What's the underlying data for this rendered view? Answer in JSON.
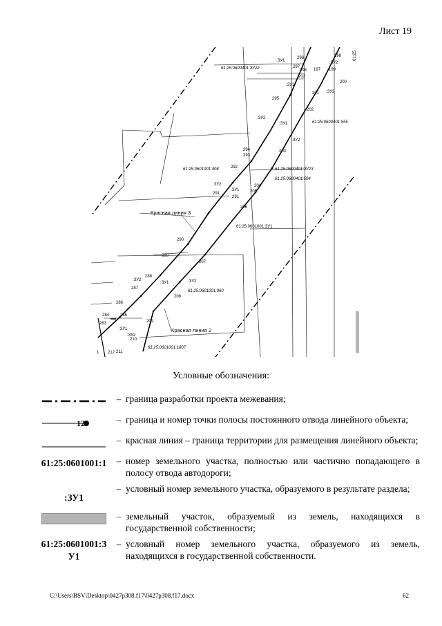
{
  "sheet": "Лист 19",
  "map": {
    "parcels": [
      "61:25:0600401:ЗУ22",
      "61:25:0600401:555",
      "61:25:0601001:408",
      "61:25:0600401:ЗУ23",
      "61:25:0600401:504",
      "61:25:0601001:ЗУ1",
      "61:25:0601001:960",
      "61:25:0601001:1807"
    ],
    "labels": {
      "red2": "Красная линия 2",
      "red3": "Красная линия 3"
    },
    "zu": {
      "zu1": ":ЗУ1",
      "zu2": ":ЗУ2"
    },
    "points": {
      "p196": "196",
      "p197": "197",
      "p198": "198",
      "p199": "199",
      "p200": "200",
      "p201": "201",
      "p202": "202",
      "p203": "203",
      "p204": "204",
      "p205": "205",
      "p206": "206",
      "p207": "207",
      "p208": "208",
      "p209": "209",
      "p210": "210",
      "p211": "211",
      "p212": "212",
      "p283": "283",
      "p284": "284",
      "p285": "285",
      "p286": "286",
      "p287": "287",
      "p288": "288",
      "p289": "289",
      "p290": "290",
      "p291": "291",
      "p292": "292",
      "p293": "293",
      "p294": "294",
      "p295": "295",
      "p296": "296",
      "p297": "297",
      "p1": "1"
    }
  },
  "legend": {
    "title": "Условные обозначения:",
    "dash": "–",
    "items": [
      {
        "symbol": "",
        "text": "граница разработки проекта межевания;"
      },
      {
        "symbol": "12",
        "text": "граница и номер точки полосы постоянного отвода линейного объекта;"
      },
      {
        "symbol": "",
        "text": "красная линия – граница территории для размещения линейного объекта;"
      },
      {
        "symbol": "61:25:0601001:1",
        "text": "номер земельного участка, полностью или частично попадающего в полосу отвода автодороги;"
      },
      {
        "symbol": ":ЗУ1",
        "text": "условный номер земельного участка, образуемого в результате раздела;"
      },
      {
        "symbol": "",
        "text": "земельный участок, образуемый из земель, находящихся в государственной собственности;"
      },
      {
        "symbol": "61:25:0601001:З У1",
        "text": "условный номер земельного участка, образуемого из земель, находящихся в государственной собственности."
      }
    ]
  },
  "footer": {
    "path": "C:\\Users\\BSV\\Desktop\\0427p308.f17\\0427p308.f17.docx",
    "page": "62"
  }
}
